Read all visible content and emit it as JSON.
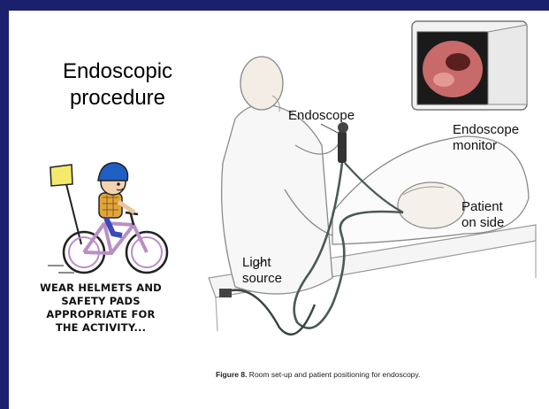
{
  "slide": {
    "title_line1": "Endoscopic",
    "title_line2": "procedure"
  },
  "labels": {
    "endoscope": "Endoscope",
    "monitor_line1": "Endoscope",
    "monitor_line2": "monitor",
    "patient_line1": "Patient",
    "patient_line2": "on side",
    "light_line1": "Light",
    "light_line2": "source"
  },
  "caption": {
    "figure_label": "Figure 8.",
    "text": " Room set-up and patient positioning for endoscopy."
  },
  "cartoon": {
    "line1": "WEAR HELMETS AND",
    "line2": "SAFETY PADS",
    "line3": "APPROPRIATE FOR",
    "line4": "THE ACTIVITY..."
  },
  "colors": {
    "border": "#1a1f6e",
    "helmet": "#1f5fc4",
    "flag": "#f4e96b",
    "bike": "#b98fc4",
    "monitor_screen": "#c86a6a"
  }
}
